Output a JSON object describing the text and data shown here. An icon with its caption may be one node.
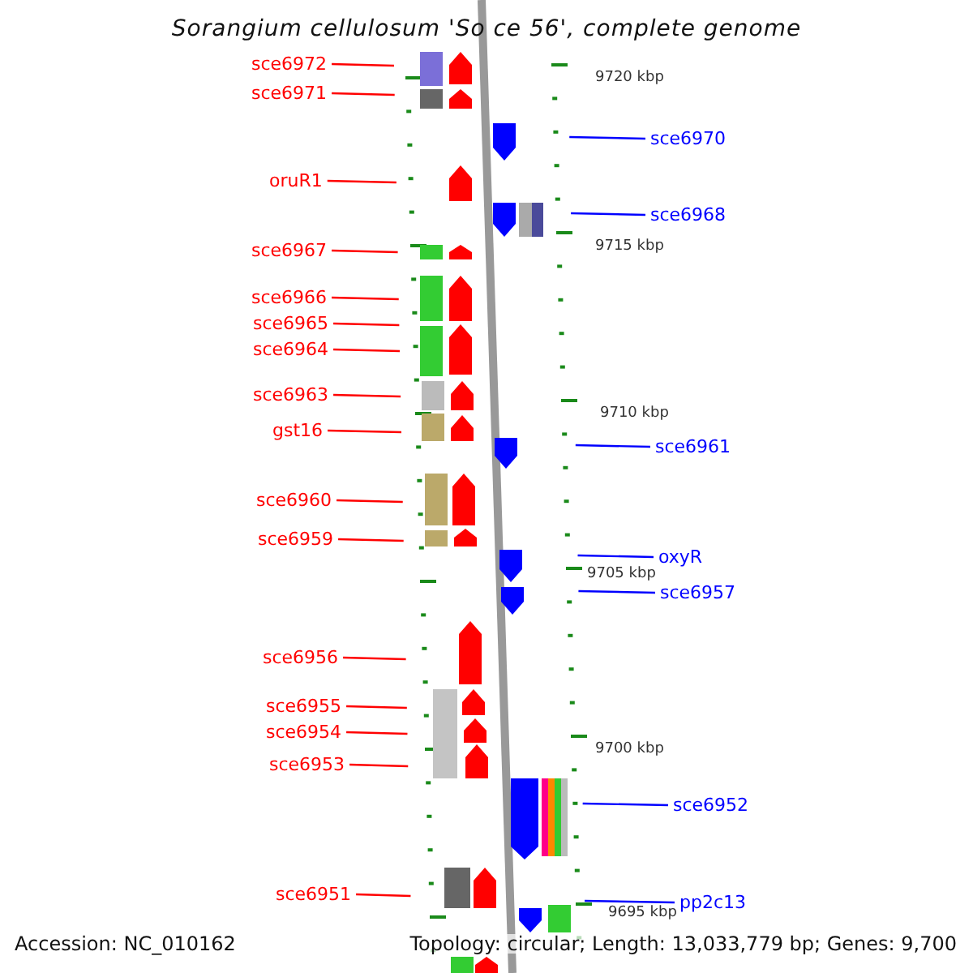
{
  "diagram": {
    "title": "Sorangium cellulosum 'So ce 56', complete genome",
    "nodes": [
      {
        "text": [
          "sce6972"
        ]
      },
      {
        "text": [
          "sce6971"
        ]
      },
      {
        "text": [
          "sce6970"
        ]
      },
      {
        "text": [
          "oruR1"
        ]
      },
      {
        "text": [
          "sce6968"
        ]
      },
      {
        "text": [
          "sce6967"
        ]
      },
      {
        "text": [
          "sce6966"
        ]
      },
      {
        "text": [
          "sce6965"
        ]
      },
      {
        "text": [
          "sce6964"
        ]
      },
      {
        "text": [
          "sce6963"
        ]
      },
      {
        "text": [
          "gst16"
        ]
      },
      {
        "text": [
          "sce6961"
        ]
      },
      {
        "text": [
          "sce6960"
        ]
      },
      {
        "text": [
          "sce6959"
        ]
      },
      {
        "text": [
          "oxyR"
        ]
      },
      {
        "text": [
          "sce6957"
        ]
      },
      {
        "text": [
          "sce6956"
        ]
      },
      {
        "text": [
          "sce6955"
        ]
      },
      {
        "text": [
          "sce6954"
        ]
      },
      {
        "text": [
          "sce6953"
        ]
      },
      {
        "text": [
          "sce6952"
        ]
      },
      {
        "text": [
          "sce6951"
        ]
      },
      {
        "text": [
          "pp2c13"
        ]
      }
    ],
    "edges": [
      {
        "from": 0,
        "to": null,
        "arrow": "none"
      },
      {
        "from": 1,
        "to": null,
        "arrow": "none"
      },
      {
        "from": 2,
        "to": null,
        "arrow": "none",
        "color": "#0000ff"
      },
      {
        "from": 3,
        "to": null,
        "arrow": "none"
      },
      {
        "from": 4,
        "to": null,
        "arrow": "none",
        "color": "#0000ff"
      },
      {
        "from": 5,
        "to": null,
        "arrow": "none"
      },
      {
        "from": 6,
        "to": null,
        "arrow": "none"
      },
      {
        "from": 7,
        "to": null,
        "arrow": "none"
      },
      {
        "from": 8,
        "to": null,
        "arrow": "none"
      },
      {
        "from": 9,
        "to": null,
        "arrow": "none"
      },
      {
        "from": 10,
        "to": null,
        "arrow": "none"
      },
      {
        "from": 11,
        "to": null,
        "arrow": "none",
        "color": "#0000ff"
      },
      {
        "from": 12,
        "to": null,
        "arrow": "none"
      },
      {
        "from": 13,
        "to": null,
        "arrow": "none"
      },
      {
        "from": 14,
        "to": null,
        "arrow": "none",
        "color": "#0000ff"
      },
      {
        "from": 15,
        "to": null,
        "arrow": "none",
        "color": "#0000ff"
      },
      {
        "from": 16,
        "to": null,
        "arrow": "none"
      },
      {
        "from": 17,
        "to": null,
        "arrow": "none"
      },
      {
        "from": 18,
        "to": null,
        "arrow": "none"
      },
      {
        "from": 19,
        "to": null,
        "arrow": "none"
      },
      {
        "from": 20,
        "to": null,
        "arrow": "none",
        "color": "#0000ff"
      },
      {
        "from": 21,
        "to": null,
        "arrow": "none"
      },
      {
        "from": 22,
        "to": null,
        "arrow": "none",
        "color": "#0000ff"
      }
    ],
    "labels": [
      "9720 kbp",
      "9715 kbp",
      "9710 kbp",
      "9705 kbp",
      "9700 kbp",
      "9695 kbp",
      "Accession: NC_010162",
      "Topology: circular; Length: 13,033,779 bp; Genes: 9,700"
    ]
  }
}
